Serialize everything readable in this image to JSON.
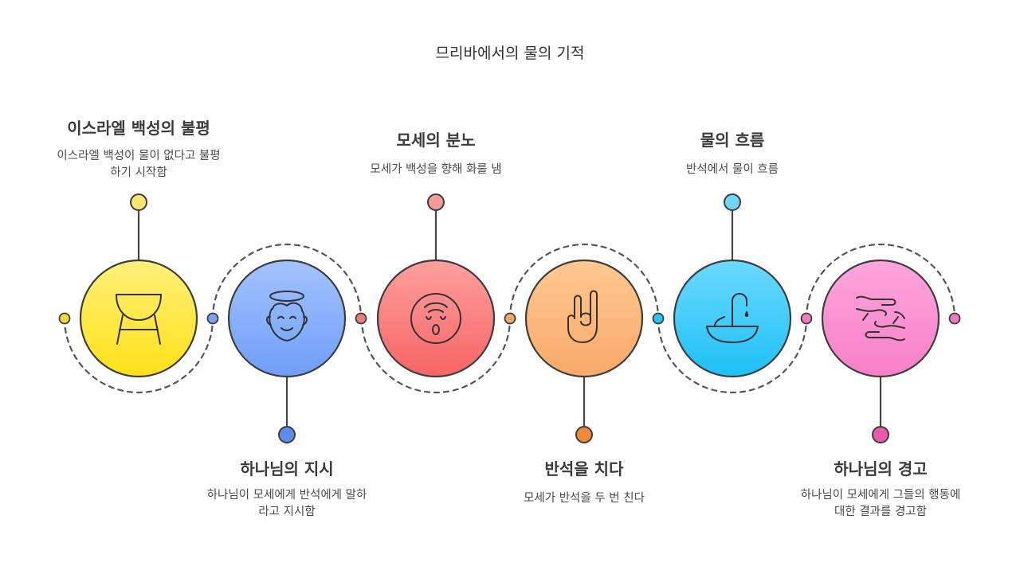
{
  "title": "므리바에서의 물의 기적",
  "colors": {
    "line": "#444444",
    "dash": "#555555",
    "outline": "#3d3d3d"
  },
  "steps": [
    {
      "title": "이스라엘 백성의 불평",
      "desc_lines": [
        "이스라엘 백성이 물이 없다고 불평",
        "하기 시작함"
      ],
      "icon": "grill-icon",
      "color_top": "#fff07a",
      "color_bottom": "#ffe018",
      "dot": "#f8e571",
      "side_dot": "#f5d839"
    },
    {
      "title": "하나님의 지시",
      "desc_lines": [
        "하나님이 모세에게 반석에게 말하",
        "라고 지시함"
      ],
      "icon": "angel-face-icon",
      "color_top": "#a4c3ff",
      "color_bottom": "#6e9ef9",
      "dot": "#5b8def",
      "side_dot": "#7da3ee"
    },
    {
      "title": "모세의 분노",
      "desc_lines": [
        "모세가 백성을 향해 화를 냄"
      ],
      "icon": "angry-face-icon",
      "color_top": "#ff9f9f",
      "color_bottom": "#f76565",
      "dot": "#f29b9b",
      "side_dot": "#ec7b7b"
    },
    {
      "title": "반석을 치다",
      "desc_lines": [
        "모세가 반석을 두 번 친다"
      ],
      "icon": "hand-gesture-icon",
      "color_top": "#ffc892",
      "color_bottom": "#f9a968",
      "dot": "#f08a3a",
      "side_dot": "#f4a76b"
    },
    {
      "title": "물의 흐름",
      "desc_lines": [
        "반석에서 물이 흐름"
      ],
      "icon": "water-fountain-icon",
      "color_top": "#6cd9ff",
      "color_bottom": "#1ec0f7",
      "dot": "#6fd6f7",
      "side_dot": "#2cc3f0"
    },
    {
      "title": "하나님의 경고",
      "desc_lines": [
        "하나님이 모세에게 그들의 행동에",
        "대한 결과를 경고함"
      ],
      "icon": "hands-icon",
      "color_top": "#ffa5dc",
      "color_bottom": "#f77fc8",
      "dot": "#e95aaa",
      "side_dot": "#ef7bc2"
    }
  ]
}
